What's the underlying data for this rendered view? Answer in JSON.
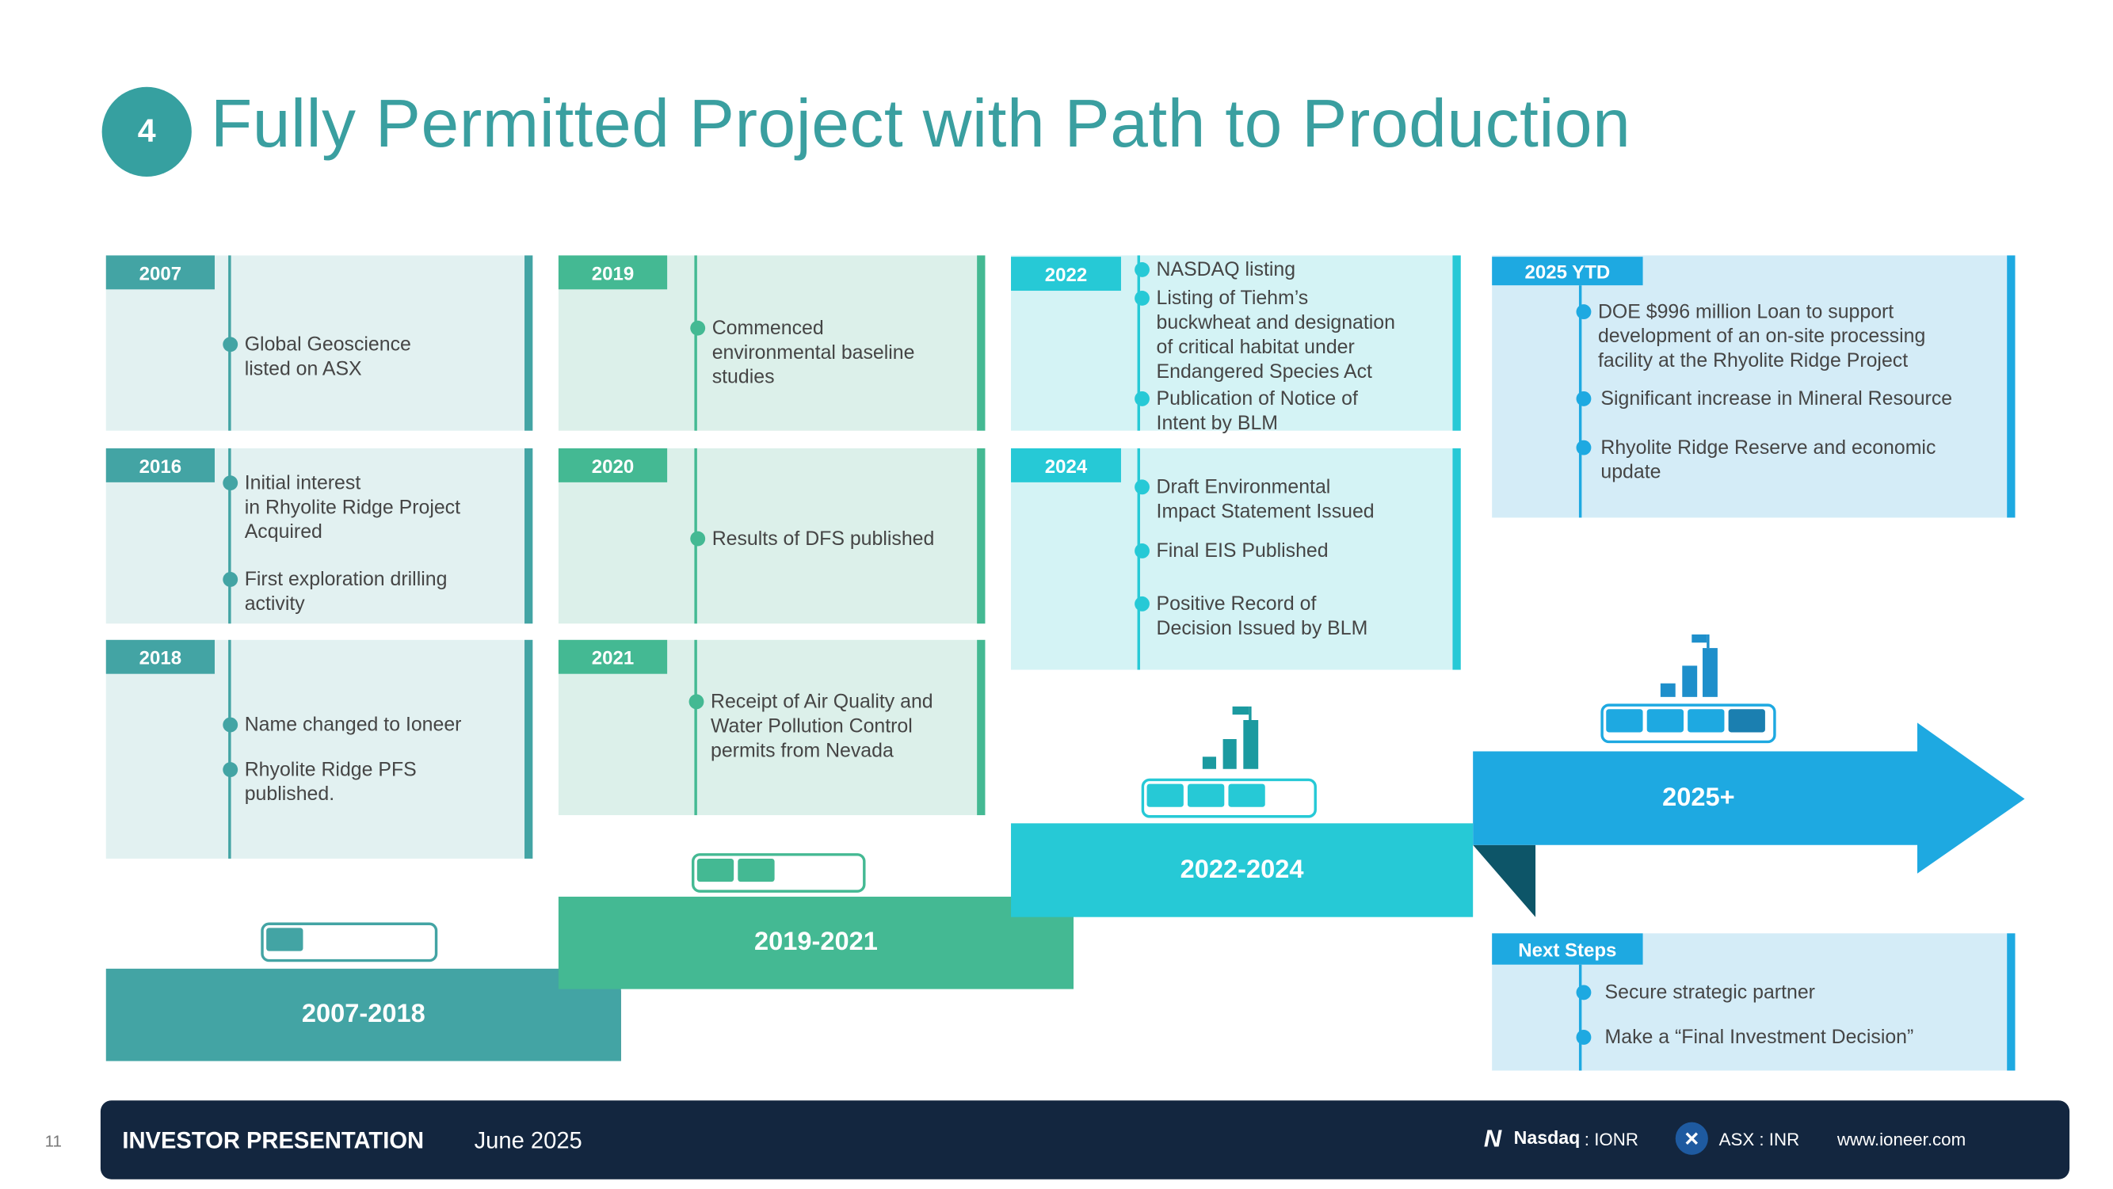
{
  "title": {
    "number": "4",
    "text": "Fully Permitted Project with Path to Production"
  },
  "colors": {
    "teal": "#43a4a4",
    "green": "#44b993",
    "cyan": "#26c9d6",
    "blue": "#1ea9e1",
    "navy": "#13263f"
  },
  "cards": {
    "y2007": {
      "year": "2007",
      "items": [
        "Global Geoscience\nlisted on ASX"
      ]
    },
    "y2016": {
      "year": "2016",
      "items": [
        "Initial interest\nin Rhyolite Ridge Project\nAcquired",
        "First exploration drilling\nactivity"
      ]
    },
    "y2018": {
      "year": "2018",
      "items": [
        "Name changed to Ioneer",
        "Rhyolite Ridge PFS\npublished."
      ]
    },
    "y2019": {
      "year": "2019",
      "items": [
        "Commenced\nenvironmental baseline\nstudies"
      ]
    },
    "y2020": {
      "year": "2020",
      "items": [
        "Results of DFS published"
      ]
    },
    "y2021": {
      "year": "2021",
      "items": [
        "Receipt of Air Quality and\nWater Pollution Control\npermits from Nevada"
      ]
    },
    "y2022": {
      "year": "2022",
      "items": [
        "NASDAQ listing",
        "Listing of Tiehm’s\nbuckwheat and designation\nof critical habitat under\nEndangered Species Act",
        "Publication of Notice of\nIntent by BLM"
      ]
    },
    "y2024": {
      "year": "2024",
      "items": [
        "Draft Environmental\nImpact Statement Issued",
        "Final EIS Published",
        "Positive Record of\nDecision Issued by BLM"
      ]
    },
    "y2025": {
      "year": "2025 YTD",
      "items": [
        "DOE $996 million Loan to support\ndevelopment of an on-site processing\nfacility at the Rhyolite Ridge Project",
        "Significant increase in Mineral Resource",
        "Rhyolite Ridge Reserve and economic\nupdate"
      ]
    },
    "next": {
      "year": "Next Steps",
      "items": [
        "Secure strategic partner",
        "Make a “Final Investment Decision”"
      ]
    }
  },
  "steps": [
    {
      "label": "2007-2018",
      "progress_cells": 1
    },
    {
      "label": "2019-2021",
      "progress_cells": 2
    },
    {
      "label": "2022-2024",
      "progress_cells": 3
    },
    {
      "label": "2025+",
      "progress_cells": 4
    }
  ],
  "footer": {
    "page": "11",
    "title": "INVESTOR PRESENTATION",
    "date": "June 2025",
    "nasdaq_brand": "Nasdaq",
    "nasdaq_ticker": ": IONR",
    "asx": "ASX : INR",
    "website": "www.ioneer.com"
  }
}
